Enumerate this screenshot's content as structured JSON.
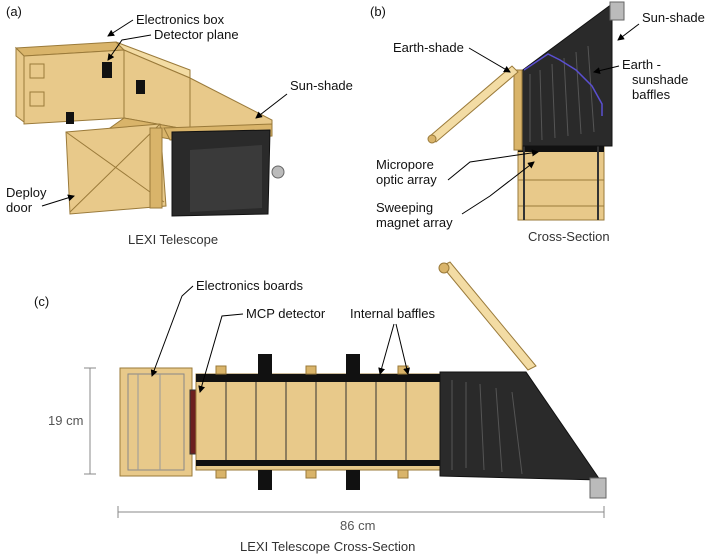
{
  "panels": {
    "a": {
      "tag": "(a)",
      "caption": "LEXI Telescope",
      "labels": {
        "electronics_box": "Electronics box",
        "detector_plane": "Detector plane",
        "sun_shade": "Sun-shade",
        "deploy_door_line1": "Deploy",
        "deploy_door_line2": "door"
      }
    },
    "b": {
      "tag": "(b)",
      "caption": "Cross-Section",
      "labels": {
        "sun_shade": "Sun-shade",
        "earth_shade": "Earth-shade",
        "earth_sunshade_baffles_line1": "Earth -",
        "earth_sunshade_baffles_line2": "sunshade",
        "earth_sunshade_baffles_line3": "baffles",
        "micropore_line1": "Micropore",
        "micropore_line2": "optic array",
        "sweeping_line1": "Sweeping",
        "sweeping_line2": "magnet array"
      }
    },
    "c": {
      "tag": "(c)",
      "caption": "LEXI Telescope Cross-Section",
      "labels": {
        "electronics_boards": "Electronics boards",
        "mcp_detector": "MCP detector",
        "internal_baffles": "Internal baffles"
      },
      "dimensions": {
        "height": "19 cm",
        "length": "86 cm"
      }
    }
  },
  "colors": {
    "body_tan": "#e8c98a",
    "body_outline": "#9a7a3a",
    "shade_dark": "#2a2a2a",
    "baffle_blue": "#5a4fd0"
  }
}
